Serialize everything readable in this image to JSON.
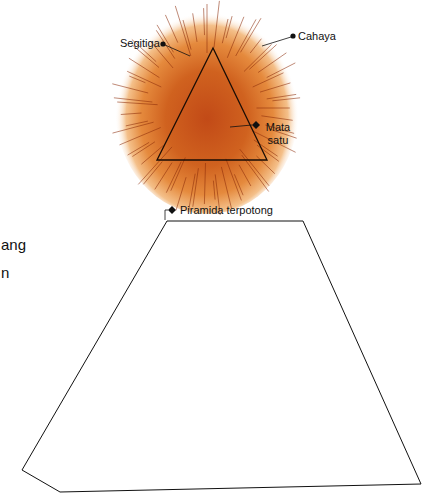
{
  "diagram": {
    "labels": [
      "Segitiga",
      "Cahaya",
      "Mata satu",
      "Piramida terpotong",
      "ang",
      "n"
    ]
  }
}
